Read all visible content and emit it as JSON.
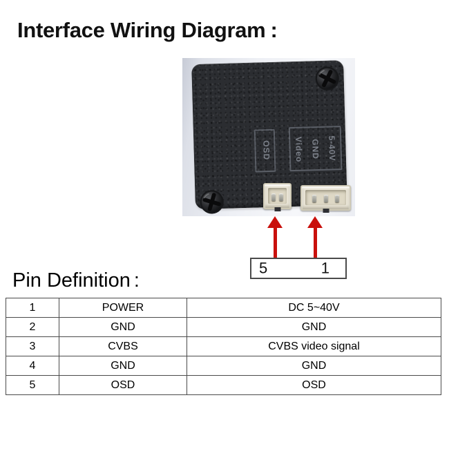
{
  "title": {
    "text": "Interface Wiring Diagram",
    "colon": ":"
  },
  "photo": {
    "device_silkscreen_power_group": "5-40V\nGND\nVideo",
    "device_silkscreen_osd": "OSD"
  },
  "pin_numbering": {
    "left_label": "5",
    "right_label": "1"
  },
  "pin_definition": {
    "heading_text": "Pin Definition",
    "heading_colon": ":",
    "table": {
      "rows": [
        {
          "pin": "1",
          "name": "POWER",
          "description": "DC 5~40V"
        },
        {
          "pin": "2",
          "name": "GND",
          "description": "GND"
        },
        {
          "pin": "3",
          "name": "CVBS",
          "description": "CVBS video signal"
        },
        {
          "pin": "4",
          "name": "GND",
          "description": "GND"
        },
        {
          "pin": "5",
          "name": "OSD",
          "description": "OSD"
        }
      ]
    }
  },
  "colors": {
    "arrow_red": "#c9100c",
    "device_body": "#2b2d31",
    "connector_shell": "#eae6d8",
    "photo_background_edge": "#c7cbd6",
    "table_border": "#4a4a4a",
    "text": "#000000"
  }
}
